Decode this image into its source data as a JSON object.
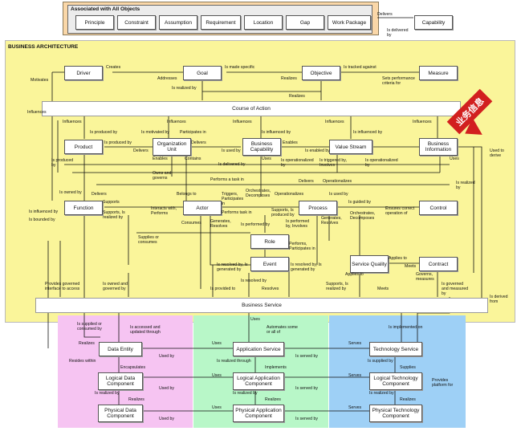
{
  "associated": {
    "title": "Associated with All Objects",
    "items": [
      "Principle",
      "Constraint",
      "Assumption",
      "Requirement",
      "Location",
      "Gap",
      "Work Package"
    ],
    "delivers_label": "Delivers",
    "is_delivered_by_label": "Is delivered by",
    "capability": "Capability"
  },
  "arch_title": "BUSINESS ARCHITECTURE",
  "boxes": {
    "driver": "Driver",
    "goal": "Goal",
    "objective": "Objective",
    "measure": "Measure",
    "course_of_action": "Course of Action",
    "product": "Product",
    "org_unit": "Organization Unit",
    "business_capability": "Business Capability",
    "value_stream": "Value Stream",
    "business_information": "Business Information",
    "function": "Function",
    "actor": "Actor",
    "process": "Process",
    "control": "Control",
    "role": "Role",
    "event": "Event",
    "service_quality": "Service Quality",
    "contract": "Contract",
    "business_service": "Business Service",
    "data_entity": "Data Entity",
    "logical_data_component": "Logical Data Component",
    "physical_data_component": "Physical Data Component",
    "application_service": "Application Service",
    "logical_application_component": "Logical Application Component",
    "physical_application_component": "Physical Application Component",
    "technology_service": "Technology Service",
    "logical_technology_component": "Logical Technology Component",
    "physical_technology_component": "Physical Technology Component"
  },
  "labels": {
    "creates": "Creates",
    "motivates": "Motivates",
    "addresses": "Addresses",
    "is_made_specific": "Is made specific",
    "is_tracked_against": "Is tracked against",
    "realizes_obj": "Realizes",
    "sets_performance": "Sets performance criteria for",
    "is_realized_by_goal": "Is realized by",
    "realizes_coa": "Realizes",
    "influences_left": "Influences",
    "influences_1": "Influences",
    "influences_2": "Influences",
    "influences_3": "Influences",
    "influences_4": "Influences",
    "influences_5": "Influences",
    "is_produced_by": "Is produced by",
    "is_motivated_by": "Is motivated by",
    "participates_in": "Participates in",
    "is_influenced_by_1": "Is influenced by",
    "is_influenced_by_2": "Is influenced by",
    "is_produced_by_2": "Is produced by",
    "delivers_1": "Delivers",
    "delivers_2": "Delivers",
    "is_used_by": "Is used by",
    "enables": "Enables",
    "is_enabled_by": "Is enabled by",
    "used_to_derive": "Used to derive",
    "is_produced_by_3": "Is produced by",
    "enables_2": "Enables",
    "contains": "Contains",
    "is_delivered_by": "Is delivered by",
    "uses": "Uses",
    "is_operationalized_by": "Is operationalized by",
    "is_triggered_by": "Is triggered by, Involves",
    "is_operationalized_by_2": "Is operationalized by",
    "uses_2": "Uses",
    "owns_governed": "Owns and governs",
    "performs_task": "Performs a task in",
    "delivers_3": "Delivers",
    "operationalizes": "Operationalizes",
    "is_owned_by": "Is owned by",
    "delivers_4": "Delivers",
    "belongs_to": "Belongs to",
    "triggers": "Triggers, Participates in",
    "orchestrates": "Orchestrates, Decomposes",
    "operationalizes_2": "Operationalizes",
    "is_used_by_2": "Is used by",
    "is_realized_by_right": "Is realized by",
    "is_influenced_by_left": "Is influenced by",
    "supports": "Supports",
    "supports_realized": "Supports, Is realized by",
    "interacts_with": "Interacts with, Performs",
    "performs_task_2": "Performs task in",
    "supports_produced": "Supports, Is produced by",
    "is_guided_by": "Is guided by",
    "ensures_correct": "Ensures correct operation of",
    "is_bounded_by": "Is bounded by",
    "consumes": "Consumes",
    "generates_resolves": "Generates, Resolves",
    "is_performed_by": "Is performed by",
    "is_performed_involves": "Is performed by, Involves",
    "generates_resolves_2": "Generates, Resolves",
    "orchestrates_2": "Orchestrates, Decomposes",
    "supplies_consumes": "Supplies or consumes",
    "performs_participates": "Performs, Participates in",
    "applies_to": "Applies to",
    "meets": "Meets",
    "is_resolved_by": "Is resolved by, Is generated by",
    "is_resolved_by_2": "Is resolved by, Is generated by",
    "applies_to_2": "Applies to",
    "governs_measures": "Governs, measures",
    "provides_governed": "Provides governed interface to access",
    "is_owned_governed": "Is owned and governed by",
    "is_resolved_by_3": "Is resolved by",
    "is_provided_to": "Is provided to",
    "resolves": "Resolves",
    "supports_realized_2": "Supports, Is realized by",
    "meets_2": "Meets",
    "is_governed_measured": "Is governed and measured by",
    "is_derived_from": "Is derived from",
    "is_supplied_consumed": "Is supplied or consumed by",
    "is_accessed": "Is accessed and updated through",
    "uses_3": "Uses",
    "automates": "Automates some or all of",
    "is_implemented_on": "Is implemented on",
    "realizes_bottom": "Realizes",
    "uses_4": "Uses",
    "serves_1": "Serves",
    "resides_within": "Resides within",
    "encapsulates": "Encapsulates",
    "used_by_1": "Used by",
    "is_realized_through": "Is realized through",
    "implements": "Implements",
    "is_served_by_1": "Is served by",
    "is_supplied_by": "Is supplied by",
    "supplies": "Supplies",
    "provides_platform": "Provides platform for",
    "uses_5": "Uses",
    "serves_2": "Serves",
    "used_by_2": "Used by",
    "is_served_by_2": "Is served by",
    "is_realized_by_b1": "Is realized by",
    "realizes_b1": "Realizes",
    "is_realized_by_b2": "Is realized by",
    "realizes_b2": "Realizes",
    "is_realized_by_b3": "Is realized by",
    "realizes_b3": "Realizes",
    "used_by_3": "Used by",
    "uses_6": "Uses",
    "serves_3": "Serves",
    "is_served_by_3": "Is served by"
  },
  "badge": "业务信息",
  "colors": {
    "top_panel": "#fad7a8",
    "arch": "#faf59a",
    "pink": "#f6c4f2",
    "green": "#b8f7c8",
    "blue": "#9ed0f6",
    "badge": "#d21f1f"
  }
}
